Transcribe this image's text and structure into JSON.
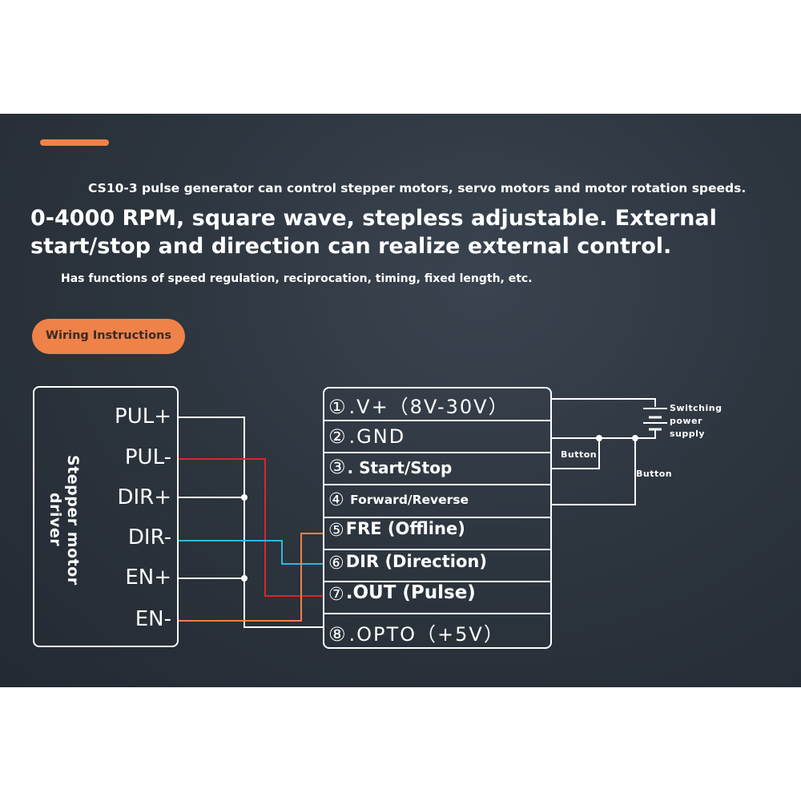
{
  "header": {
    "line1": "CS10-3 pulse generator can control stepper motors, servo motors and motor rotation speeds.",
    "headline_1": "0-4000 RPM, square wave, stepless adjustable. External",
    "headline_2": "start/stop and direction can realize external control.",
    "line3": "Has functions of speed regulation, reciprocation, timing, fixed length, etc."
  },
  "badge": {
    "label": "Wiring Instructions"
  },
  "driver": {
    "title": "Stepper motor driver",
    "pins": [
      "PUL+",
      "PUL-",
      "DIR+",
      "DIR-",
      "EN+",
      "EN-"
    ]
  },
  "terminals": [
    {
      "num": "①",
      "label": ".V+（8V-30V）"
    },
    {
      "num": "②",
      "label": ".GND"
    },
    {
      "num": "③",
      "label": ". Start/Stop"
    },
    {
      "num": "④",
      "label": "Forward/Reverse"
    },
    {
      "num": "⑤",
      "label": "FRE (Offline)"
    },
    {
      "num": "⑥",
      "label": "DIR (Direction)"
    },
    {
      "num": "⑦",
      "label": ".OUT (Pulse)"
    },
    {
      "num": "⑧",
      "label": ".OPTO（+5V）"
    }
  ],
  "external": {
    "power_supply_1": "Switching",
    "power_supply_2": "power",
    "power_supply_3": "supply",
    "button_1": "Button",
    "button_2": "Button"
  },
  "colors": {
    "accent": "#ee8249",
    "wire_white": "#ffffff",
    "wire_red": "#d9262a",
    "wire_cyan": "#32b6e6",
    "wire_orange": "#ee8249"
  }
}
